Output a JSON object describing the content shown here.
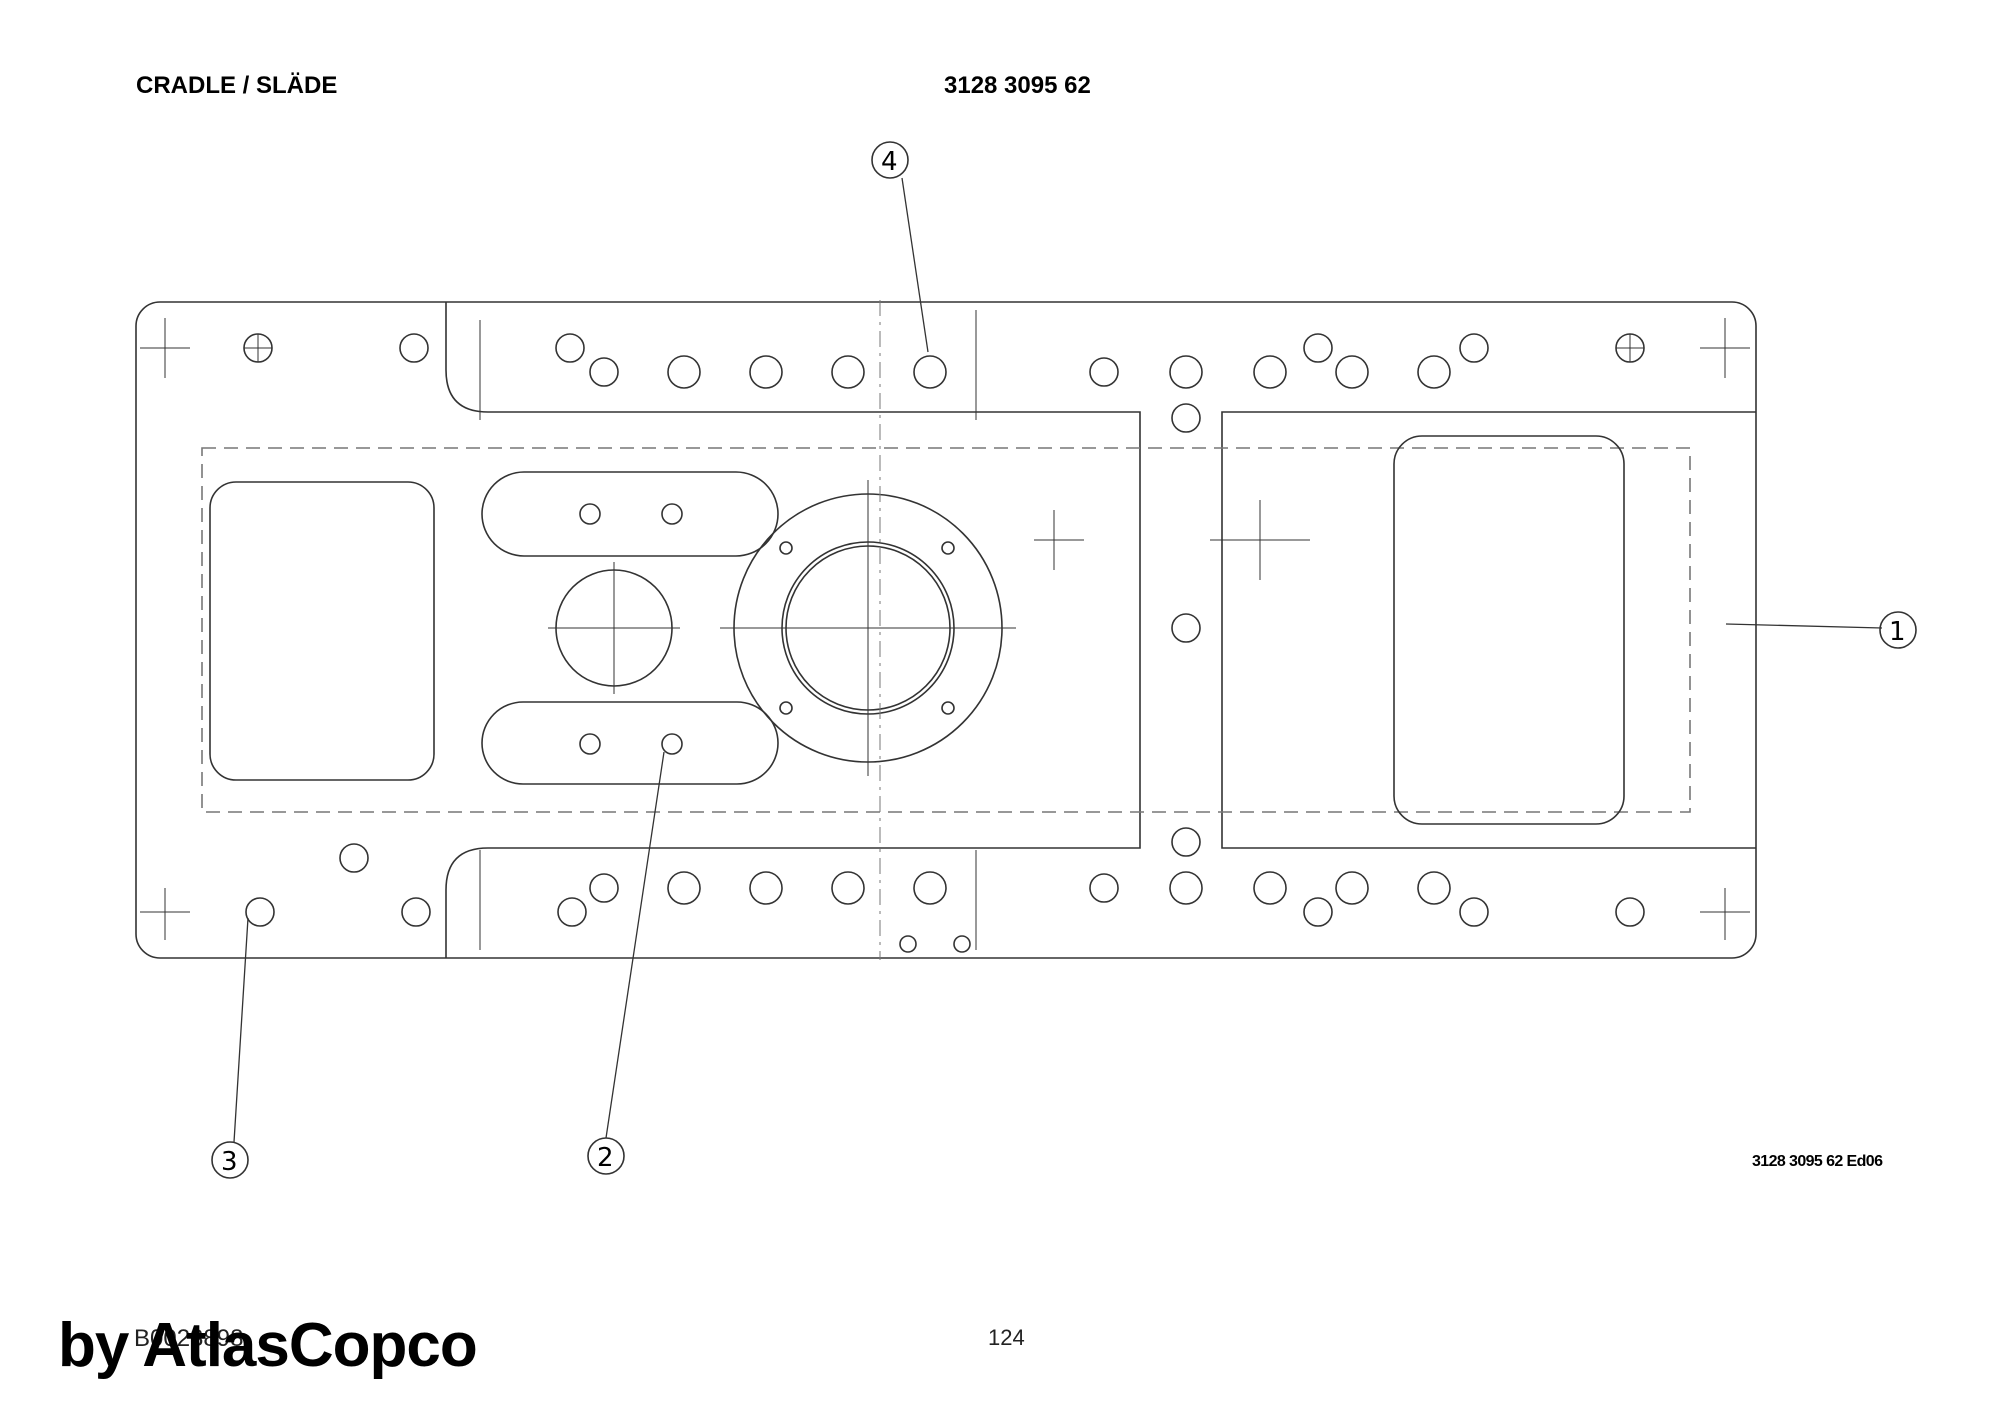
{
  "header": {
    "title": "CRADLE / SLÄDE",
    "part_number": "3128 3095 62"
  },
  "drawing": {
    "edition_code": "3128 3095 62 Ed06",
    "callouts": [
      "1",
      "2",
      "3",
      "4"
    ]
  },
  "footer": {
    "doc_number": "B0023898",
    "page_number": "124",
    "watermark": "by AtlasCopco"
  }
}
